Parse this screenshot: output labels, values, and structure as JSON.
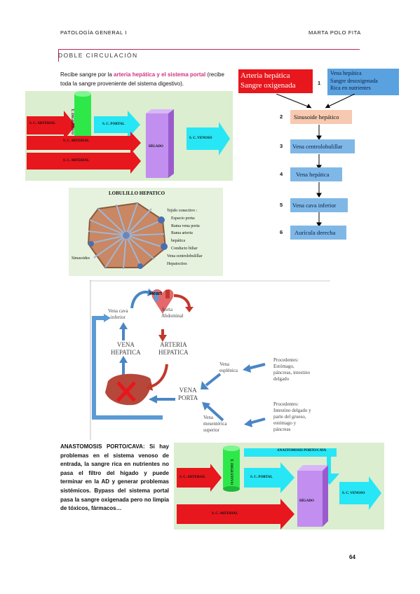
{
  "header": {
    "left": "PATOLOGÍA GENERAL I",
    "right": "MARTA POLO FITA"
  },
  "section_title": "DOBLE CIRCULACIÓN",
  "intro": {
    "prefix": "Recibe sangre por la ",
    "highlight": "arteria hepática y el sistema portal",
    "suffix": " (recibe toda la sangre proveniente del sistema digestivo)."
  },
  "diagram1": {
    "s_c_arterial": "S. C. ARTERIAL",
    "s_c_portal": "S. C. PORTAL",
    "digestivo": "T. DIGESTIVO",
    "higado": "HÍGADO",
    "s_c_venoso": "S. C. VENOSO"
  },
  "lobulillo": {
    "title": "LOBULILLO HEPATICO",
    "labels": [
      "Tejido conectivo :",
      "Espacio porta:",
      "Rama vena porta",
      "Rama arteria",
      "hepática",
      "Conducto biliar",
      "Vena centrolobulillar",
      "Hepatocitos"
    ],
    "sinusoides": "Sinusoides"
  },
  "flow": {
    "arteria": [
      "Arteria hepática",
      "Sangre oxigenada"
    ],
    "vena_hep_box": [
      "Vena hepática",
      "Sangre desoxigenada",
      "Rica en nutrientes"
    ],
    "steps": [
      {
        "num": "1",
        "label": ""
      },
      {
        "num": "2",
        "label": "Sinusoide hepático"
      },
      {
        "num": "3",
        "label": "Vena centrolobulillar"
      },
      {
        "num": "4",
        "label": "Vena hepática"
      },
      {
        "num": "5",
        "label": "Vena cava inferior"
      },
      {
        "num": "6",
        "label": "Aurícula derecha"
      }
    ]
  },
  "circulation": {
    "heart": "Heart",
    "vena_cava": [
      "Vena cava",
      "inferior"
    ],
    "aorta": [
      "Aorta",
      "Abdominal"
    ],
    "vena_hepatica": [
      "VENA",
      "HEPATICA"
    ],
    "arteria_hepatica": [
      "ARTERIA",
      "HEPATICA"
    ],
    "vena_porta": [
      "VENA",
      "PORTA"
    ],
    "vena_esplenica": [
      "Vena",
      "esplénica"
    ],
    "vena_mesenterica": [
      "Vena",
      "mesentérica",
      "superior"
    ],
    "procedentes1": [
      "Procedentes:",
      "Estómago,",
      "páncreas, intestino",
      "delgado"
    ],
    "procedentes2": [
      "Procedentes:",
      "Intestino delgado y",
      "parte del grueso,",
      "estómago y",
      "páncreas"
    ]
  },
  "anastomosis": {
    "text": "ANASTOMOSIS PORTO/CAVA: Si hay problemas en el sistema venoso de entrada, la sangre rica en nutrientes no pasa el filtro del hígado y puede terminar en la AD y generar problemas sistémicos. Bypass del sistema portal pasa la sangre oxigenada pero no limpia de tóxicos, fármacos…"
  },
  "diagram2": {
    "anastomosis_label": "ANASTOMOSIS PORTO/CAVA",
    "s_c_arterial": "S. C. ARTERIAL",
    "digestivo": "T. DIGESTIVO",
    "s_c_portal": "S. C. PORTAL",
    "higado": "HÍGADO",
    "s_c_venoso": "S. C. VENOSO"
  },
  "page_number": "64"
}
